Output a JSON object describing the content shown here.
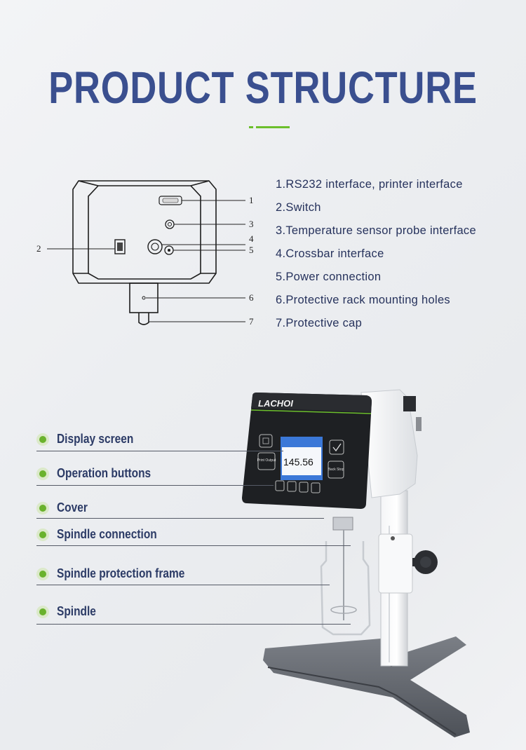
{
  "title": "PRODUCT STRUCTURE",
  "accent_color": "#6cbf2c",
  "title_color": "#3a4f8f",
  "legend": [
    "1.RS232 interface, printer interface",
    "2.Switch",
    "3.Temperature sensor probe interface",
    "4.Crossbar interface",
    "5.Power connection",
    "6.Protective rack mounting holes",
    "7.Protective cap"
  ],
  "callouts": [
    "1",
    "2",
    "3",
    "4",
    "5",
    "6",
    "7"
  ],
  "features": [
    "Display screen",
    "Operation buttons",
    "Cover",
    "Spindle connection",
    "Spindle protection frame",
    "Spindle"
  ],
  "device": {
    "brand": "LACHOI",
    "readout": "145.56",
    "btn_print": "Print Output",
    "btn_back": "Back Stop"
  }
}
